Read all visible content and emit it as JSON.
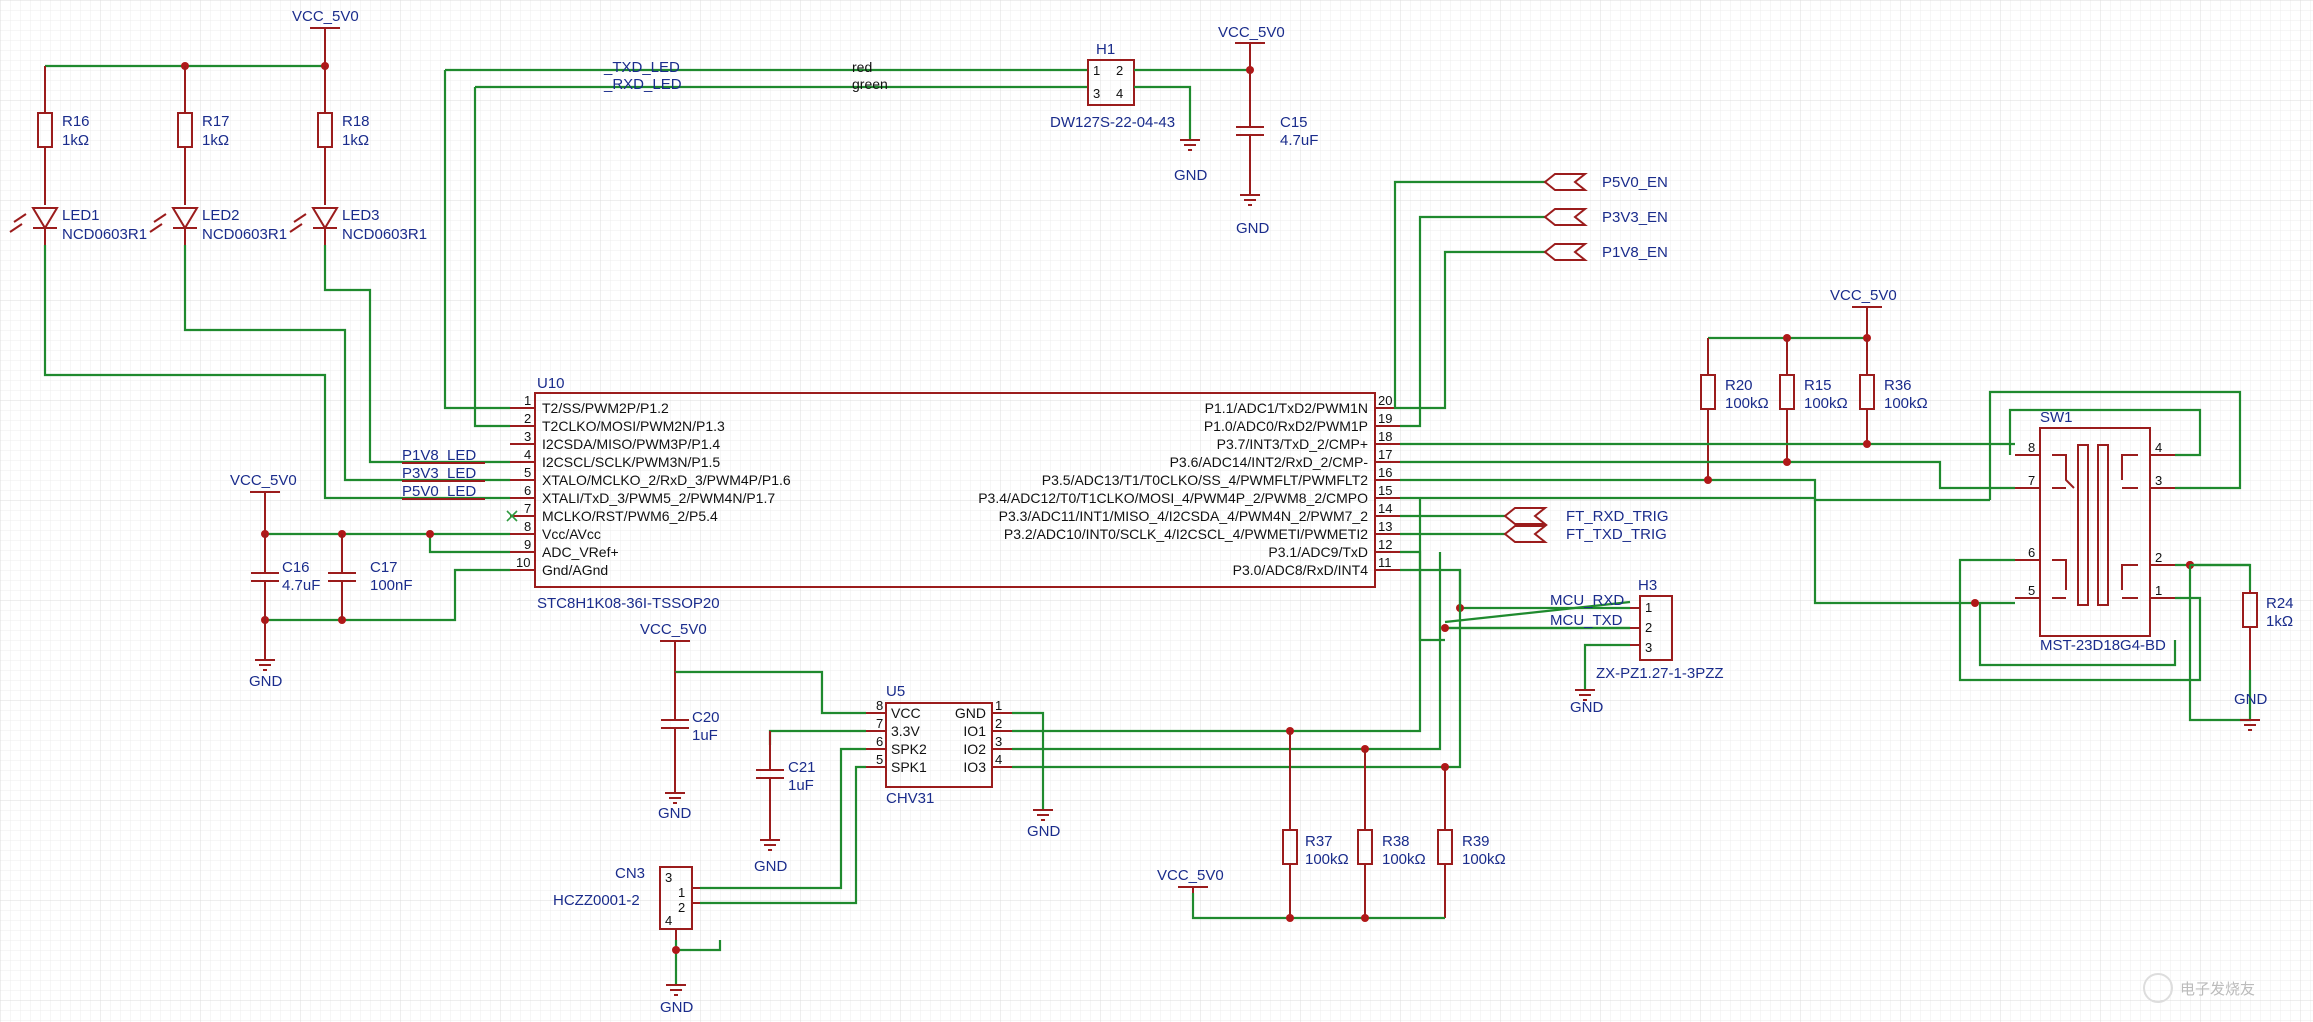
{
  "power": {
    "vcc": "VCC_5V0",
    "gnd": "GND"
  },
  "u10": {
    "ref": "U10",
    "part": "STC8H1K08-36I-TSSOP20",
    "left_pins": [
      {
        "n": "1",
        "name": "T2/SS/PWM2P/P1.2"
      },
      {
        "n": "2",
        "name": "T2CLKO/MOSI/PWM2N/P1.3"
      },
      {
        "n": "3",
        "name": "I2CSDA/MISO/PWM3P/P1.4"
      },
      {
        "n": "4",
        "name": "I2CSCL/SCLK/PWM3N/P1.5"
      },
      {
        "n": "5",
        "name": "XTALO/MCLKO_2/RxD_3/PWM4P/P1.6"
      },
      {
        "n": "6",
        "name": "XTALI/TxD_3/PWM5_2/PWM4N/P1.7"
      },
      {
        "n": "7",
        "name": "MCLKO/RST/PWM6_2/P5.4"
      },
      {
        "n": "8",
        "name": "Vcc/AVcc"
      },
      {
        "n": "9",
        "name": "ADC_VRef+"
      },
      {
        "n": "10",
        "name": "Gnd/AGnd"
      }
    ],
    "right_pins": [
      {
        "n": "20",
        "name": "P1.1/ADC1/TxD2/PWM1N"
      },
      {
        "n": "19",
        "name": "P1.0/ADC0/RxD2/PWM1P"
      },
      {
        "n": "18",
        "name": "P3.7/INT3/TxD_2/CMP+"
      },
      {
        "n": "17",
        "name": "P3.6/ADC14/INT2/RxD_2/CMP-"
      },
      {
        "n": "16",
        "name": "P3.5/ADC13/T1/T0CLKO/SS_4/PWMFLT/PWMFLT2"
      },
      {
        "n": "15",
        "name": "P3.4/ADC12/T0/T1CLKO/MOSI_4/PWM4P_2/PWM8_2/CMPO"
      },
      {
        "n": "14",
        "name": "P3.3/ADC11/INT1/MISO_4/I2CSDA_4/PWM4N_2/PWM7_2"
      },
      {
        "n": "13",
        "name": "P3.2/ADC10/INT0/SCLK_4/I2CSCL_4/PWMETI/PWMETI2"
      },
      {
        "n": "12",
        "name": "P3.1/ADC9/TxD"
      },
      {
        "n": "11",
        "name": "P3.0/ADC8/RxD/INT4"
      }
    ]
  },
  "leds": [
    {
      "r_ref": "R16",
      "r_val": "1kΩ",
      "d_ref": "LED1",
      "d_val": "NCD0603R1"
    },
    {
      "r_ref": "R17",
      "r_val": "1kΩ",
      "d_ref": "LED2",
      "d_val": "NCD0603R1"
    },
    {
      "r_ref": "R18",
      "r_val": "1kΩ",
      "d_ref": "LED3",
      "d_val": "NCD0603R1"
    }
  ],
  "led_nets": [
    "P1V8_LED",
    "P3V3_LED",
    "P5V0_LED"
  ],
  "h1": {
    "ref": "H1",
    "part": "DW127S-22-04-43",
    "pins": [
      "1",
      "2",
      "3",
      "4"
    ],
    "wire_red": "red",
    "wire_green": "green"
  },
  "uart_nets": {
    "txd": "_TXD_LED",
    "rxd": "_RXD_LED"
  },
  "c15": {
    "ref": "C15",
    "val": "4.7uF"
  },
  "ports_en": [
    "P5V0_EN",
    "P3V3_EN",
    "P1V8_EN"
  ],
  "ports_trig": [
    "FT_RXD_TRIG",
    "FT_TXD_TRIG"
  ],
  "pullups": [
    {
      "ref": "R20",
      "val": "100kΩ"
    },
    {
      "ref": "R15",
      "val": "100kΩ"
    },
    {
      "ref": "R36",
      "val": "100kΩ"
    }
  ],
  "sw1": {
    "ref": "SW1",
    "part": "MST-23D18G4-BD",
    "pins": [
      "8",
      "7",
      "6",
      "5",
      "4",
      "3",
      "2",
      "1"
    ]
  },
  "r24": {
    "ref": "R24",
    "val": "1kΩ"
  },
  "c16": {
    "ref": "C16",
    "val": "4.7uF"
  },
  "c17": {
    "ref": "C17",
    "val": "100nF"
  },
  "h3": {
    "ref": "H3",
    "part": "ZX-PZ1.27-1-3PZZ",
    "nets": [
      "MCU_RXD",
      "MCU_TXD"
    ],
    "pins": [
      "1",
      "2",
      "3"
    ]
  },
  "u5": {
    "ref": "U5",
    "part": "CHV31",
    "left": [
      {
        "n": "8",
        "name": "VCC"
      },
      {
        "n": "7",
        "name": "3.3V"
      },
      {
        "n": "6",
        "name": "SPK2"
      },
      {
        "n": "5",
        "name": "SPK1"
      }
    ],
    "right": [
      {
        "n": "1",
        "name": "GND"
      },
      {
        "n": "2",
        "name": "IO1"
      },
      {
        "n": "3",
        "name": "IO2"
      },
      {
        "n": "4",
        "name": "IO3"
      }
    ]
  },
  "c20": {
    "ref": "C20",
    "val": "1uF"
  },
  "c21": {
    "ref": "C21",
    "val": "1uF"
  },
  "cn3": {
    "ref": "CN3",
    "part": "HCZZ0001-2",
    "pins": [
      "1",
      "2",
      "3",
      "4"
    ]
  },
  "pulldowns": [
    {
      "ref": "R37",
      "val": "100kΩ"
    },
    {
      "ref": "R38",
      "val": "100kΩ"
    },
    {
      "ref": "R39",
      "val": "100kΩ"
    }
  ],
  "watermark": "电子发烧友"
}
